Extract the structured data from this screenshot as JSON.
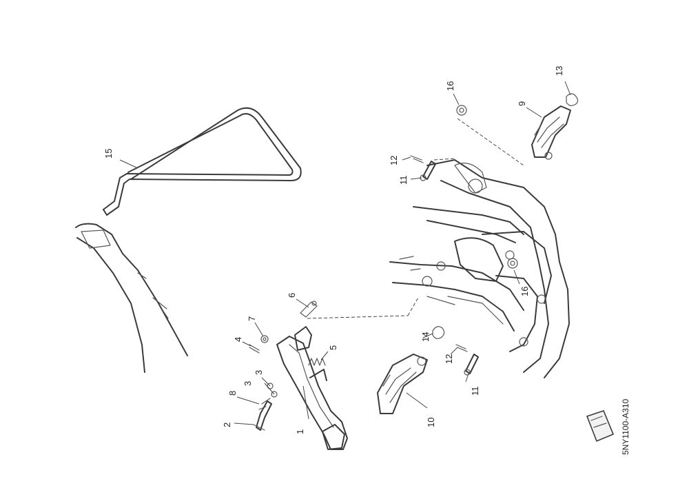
{
  "diagram_code": "5NY1100-A310",
  "callouts": {
    "c1": "1",
    "c2": "2",
    "c3a": "3",
    "c3b": "3",
    "c4": "4",
    "c5": "5",
    "c6": "6",
    "c7": "7",
    "c8": "8",
    "c9": "9",
    "c10": "10",
    "c11a": "11",
    "c11b": "11",
    "c12a": "12",
    "c12b": "12",
    "c13": "13",
    "c14": "14",
    "c15": "15",
    "c16a": "16",
    "c16b": "16"
  }
}
